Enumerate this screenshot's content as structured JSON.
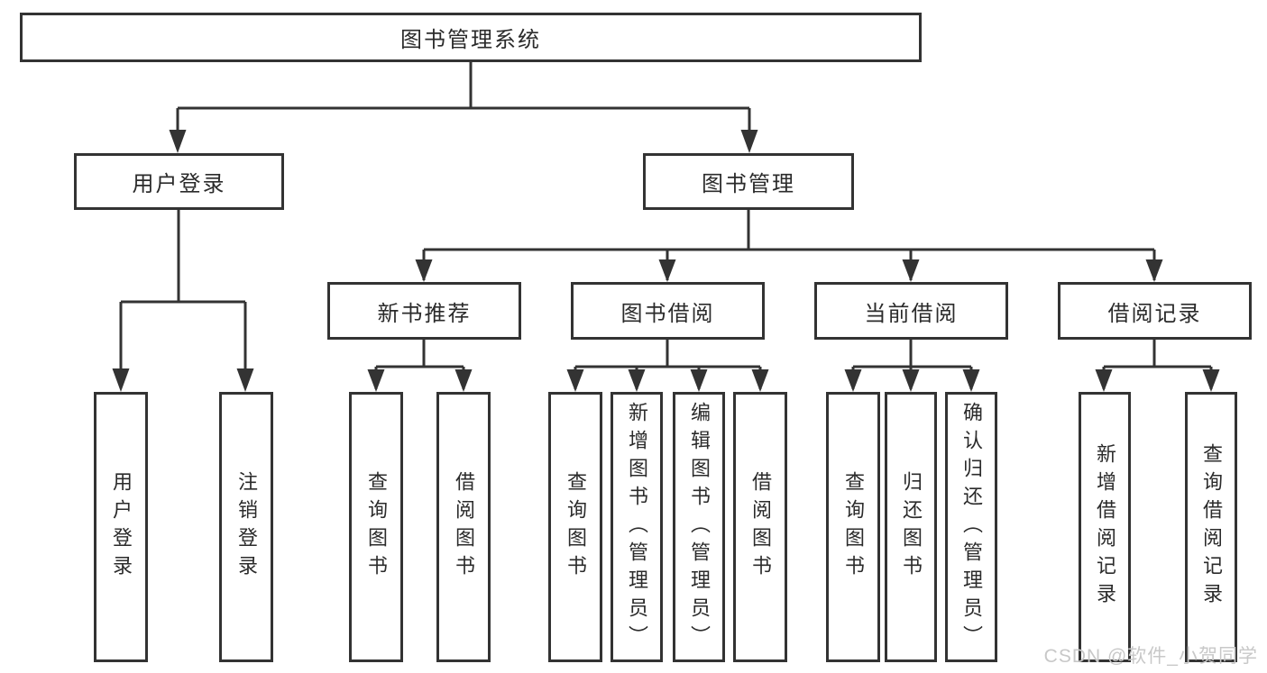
{
  "diagram": {
    "root": {
      "label": "图书管理系统"
    },
    "branches": [
      {
        "label": "用户登录",
        "children": [
          {
            "label": "用户登录"
          },
          {
            "label": "注销登录"
          }
        ]
      },
      {
        "label": "图书管理",
        "children": [
          {
            "label": "新书推荐",
            "children": [
              {
                "label": "查询图书"
              },
              {
                "label": "借阅图书"
              }
            ]
          },
          {
            "label": "图书借阅",
            "children": [
              {
                "label": "查询图书"
              },
              {
                "label": "新增图书（管理员）"
              },
              {
                "label": "编辑图书（管理员）"
              },
              {
                "label": "借阅图书"
              }
            ]
          },
          {
            "label": "当前借阅",
            "children": [
              {
                "label": "查询图书"
              },
              {
                "label": "归还图书"
              },
              {
                "label": "确认归还（管理员）"
              }
            ]
          },
          {
            "label": "借阅记录",
            "children": [
              {
                "label": "新增借阅记录"
              },
              {
                "label": "查询借阅记录"
              }
            ]
          }
        ]
      }
    ]
  },
  "watermark": {
    "text": "CSDN @软件_小贺同学"
  },
  "colors": {
    "line": "#333333",
    "text": "#2b2b2b",
    "background": "#ffffff",
    "watermark": "#c8c8c8"
  }
}
